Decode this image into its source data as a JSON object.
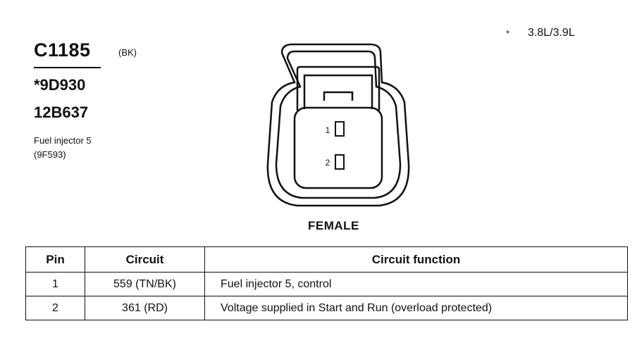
{
  "connector": {
    "id": "C1185",
    "color": "(BK)",
    "parts": [
      "*9D930",
      "12B637"
    ],
    "description": "Fuel injector 5",
    "component_code": "(9F593)"
  },
  "note": {
    "marker": "*",
    "engine": "3.8L/3.9L"
  },
  "diagram": {
    "view_label": "FEMALE",
    "pins": [
      "1",
      "2"
    ]
  },
  "table": {
    "headers": [
      "Pin",
      "Circuit",
      "Circuit function"
    ],
    "rows": [
      {
        "pin": "1",
        "circuit": "559 (TN/BK)",
        "function": "Fuel injector 5, control"
      },
      {
        "pin": "2",
        "circuit": "361 (RD)",
        "function": "Voltage supplied in Start and Run (overload protected)"
      }
    ]
  }
}
